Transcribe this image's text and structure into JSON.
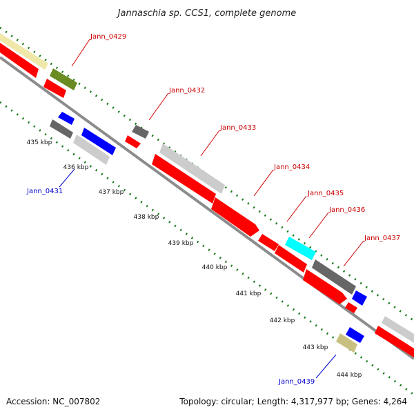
{
  "title": "Jannaschia sp. CCS1, complete genome",
  "footer": {
    "accession": "Accession: NC_007802",
    "topology": "Topology: circular; Length: 4,317,977 bp; Genes: 4,264"
  },
  "colors": {
    "forward_label": "#cc0000",
    "reverse_label": "#0000cc",
    "tick": "#1a7a1a",
    "backbone": "#8c8c8c"
  },
  "kbp_labels": [
    "435 kbp",
    "436 kbp",
    "437 kbp",
    "438 kbp",
    "439 kbp",
    "440 kbp",
    "441 kbp",
    "442 kbp",
    "443 kbp",
    "444 kbp"
  ],
  "gene_labels": [
    {
      "id": "Jann_0429",
      "strand": "forward"
    },
    {
      "id": "Jann_0432",
      "strand": "forward"
    },
    {
      "id": "Jann_0433",
      "strand": "forward"
    },
    {
      "id": "Jann_0434",
      "strand": "forward"
    },
    {
      "id": "Jann_0435",
      "strand": "forward"
    },
    {
      "id": "Jann_0436",
      "strand": "forward"
    },
    {
      "id": "Jann_0437",
      "strand": "forward"
    },
    {
      "id": "Jann_0431",
      "strand": "reverse"
    },
    {
      "id": "Jann_0439",
      "strand": "reverse"
    }
  ]
}
